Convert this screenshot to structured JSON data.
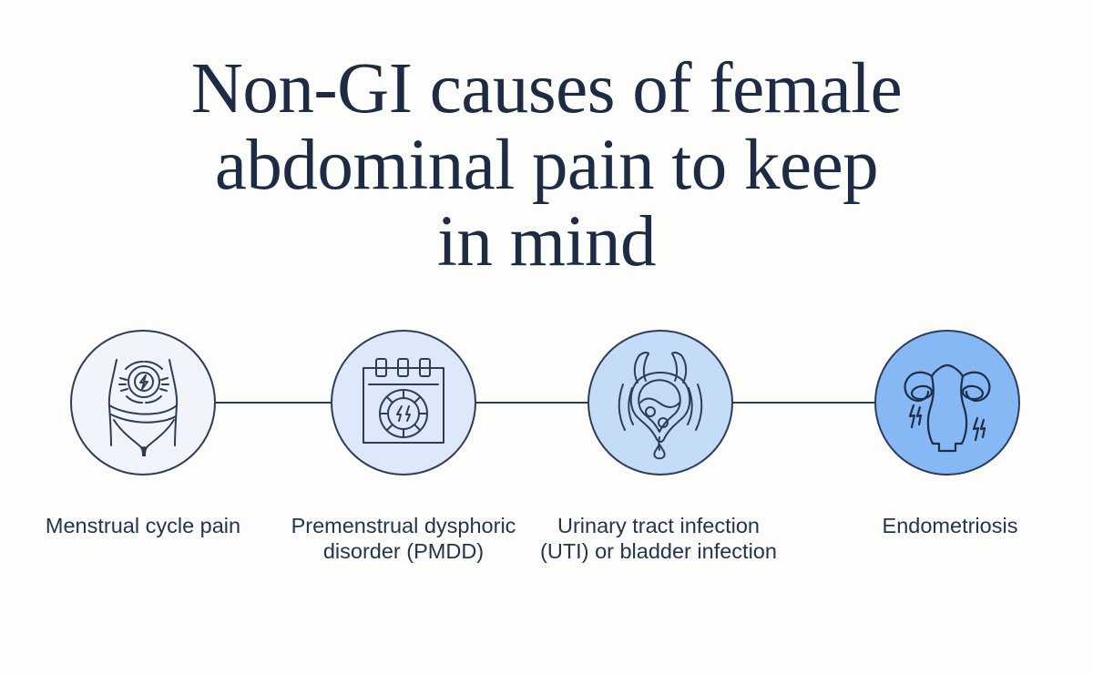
{
  "background_color": "#fdfdfc",
  "title": "Non-GI causes of female\nabdominal pain to keep\nin mind",
  "title_color": "#1d2b44",
  "label_color": "#25334d",
  "connector_color": "#2e3d57",
  "steps": [
    {
      "id": "menstrual-cycle-pain",
      "label": "Menstrual cycle pain",
      "icon": "female-torso-abdominal-pain-icon",
      "circle_fill": "#f1f4fb"
    },
    {
      "id": "pmdd",
      "label": "Premenstrual dysphoric disorder (PMDD)",
      "icon": "calendar-menstrual-cycle-icon",
      "circle_fill": "#dde9fa"
    },
    {
      "id": "uti",
      "label": "Urinary tract infection (UTI) or bladder infection",
      "icon": "bladder-infection-icon",
      "circle_fill": "#c5dcf8"
    },
    {
      "id": "endometriosis",
      "label": "Endometriosis",
      "icon": "uterus-pain-icon",
      "circle_fill": "#86b8f5"
    }
  ]
}
